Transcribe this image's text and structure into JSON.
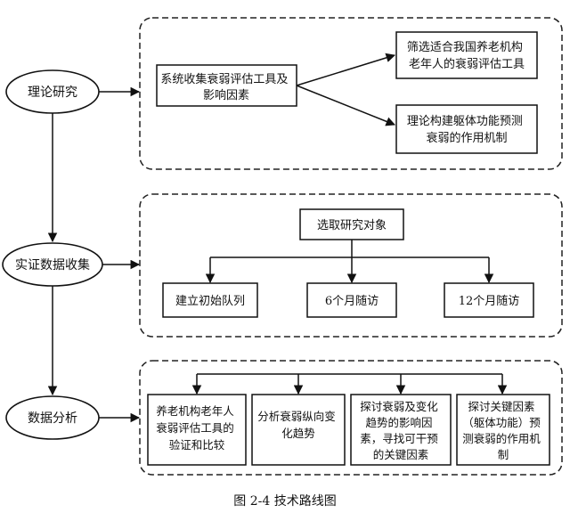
{
  "stages": [
    {
      "id": "theory",
      "label": "理论研究"
    },
    {
      "id": "data",
      "label": "实证数据收集"
    },
    {
      "id": "analysis",
      "label": "数据分析"
    }
  ],
  "theory_panel": {
    "main_box": [
      "系统收集衰弱评估工具及",
      "影响因素"
    ],
    "outputs": [
      [
        "筛选适合我国养老机构",
        "老年人的衰弱评估工具"
      ],
      [
        "理论构建躯体功能预测",
        "衰弱的作用机制"
      ]
    ]
  },
  "data_panel": {
    "root": "选取研究对象",
    "children": [
      "建立初始队列",
      "6个月随访",
      "12个月随访"
    ]
  },
  "analysis_panel": {
    "boxes": [
      [
        "养老机构老年人",
        "衰弱评估工具的",
        "验证和比较"
      ],
      [
        "分析衰弱纵向变",
        "化趋势"
      ],
      [
        "探讨衰弱及变化",
        "趋势的影响因",
        "素，寻找可干预",
        "的关键因素"
      ],
      [
        "探讨关键因素",
        "（躯体功能）预",
        "测衰弱的作用机",
        "制"
      ]
    ]
  },
  "caption": "图 2-4  技术路线图"
}
